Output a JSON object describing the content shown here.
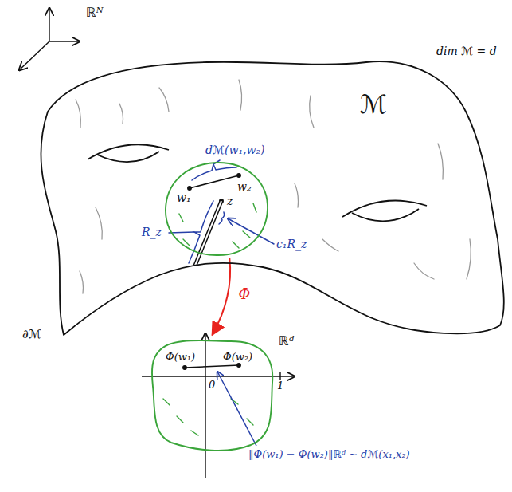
{
  "diagram": {
    "nodes": [
      {
        "text": [
          "ℳ"
        ]
      },
      {
        "text": [
          "w₁",
          "w₂",
          "z"
        ],
        "in": 0
      },
      {
        "text": [
          "Φ(w₁)",
          "Φ(w₂)"
        ]
      }
    ],
    "edges": [
      {
        "from": 1,
        "to": 2,
        "label": "Φ",
        "arrow": "to"
      }
    ],
    "labels": [
      "ℝᴺ",
      "dim ℳ = d",
      "dℳ(w₁,w₂)",
      "R_z",
      "c₁R_z",
      "∂ℳ",
      "ℝᵈ",
      "0",
      "1",
      "‖Φ(w₁) − Φ(w₂)‖ℝᵈ ∼ dℳ(x₁,x₂)"
    ]
  }
}
